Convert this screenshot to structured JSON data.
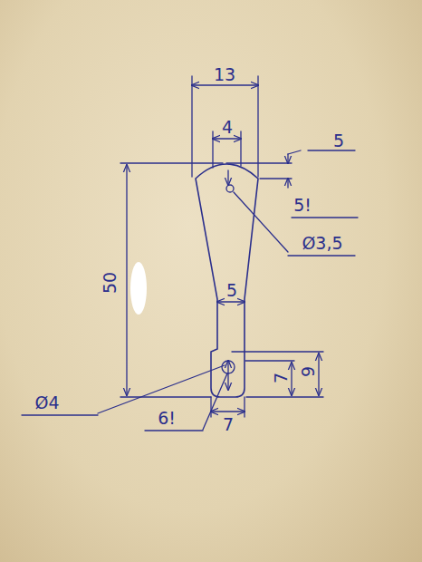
{
  "diagram": {
    "labels": [
      "13",
      "4",
      "5",
      "5!",
      "Ø3,5",
      "50",
      "5",
      "7",
      "9",
      "Ø4",
      "6!",
      "7"
    ]
  }
}
